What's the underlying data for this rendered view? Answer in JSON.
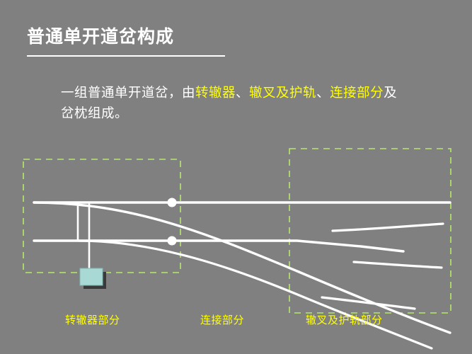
{
  "slide": {
    "background_color": "#808080",
    "title": "普通单开道岔构成",
    "title_color": "#ffffff"
  },
  "paragraph": {
    "segment_1": "一组普通单开道岔，由",
    "segment_2_highlight": "转辙器",
    "segment_3": "、",
    "segment_4_highlight": "辙叉及护轨",
    "segment_5": "、",
    "segment_6_highlight": "连接部分",
    "segment_7": "及岔枕组成。",
    "highlight_color": "#ffff00",
    "text_color": "#ffffff"
  },
  "diagram": {
    "zone_labels": [
      {
        "name": "switch-zone",
        "text": "转辙器部分"
      },
      {
        "name": "connection-zone",
        "text": "连接部分"
      },
      {
        "name": "frog-guardrail-zone",
        "text": "辙叉及护轨部分"
      }
    ],
    "dashed_box_color": "#b6e86a",
    "rail_color": "#ffffff",
    "marker_color": "#ffffff",
    "machine_box_fill": "#a9d9d4",
    "machine_box_shadow": "#3a3a3a"
  }
}
